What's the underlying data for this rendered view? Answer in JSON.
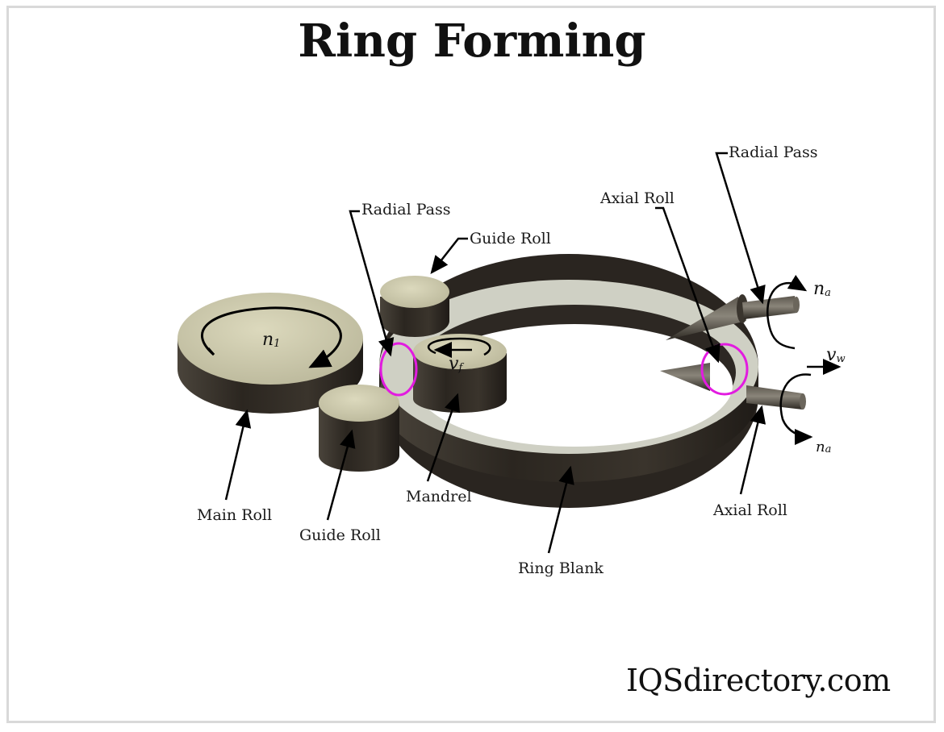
{
  "title": "Ring Forming",
  "brand": "IQSdirectory.com",
  "colors": {
    "top_face": "#c9c6a8",
    "side_dark": "#2e2923",
    "ring_face": "#cfd0c4",
    "highlight": "#e21be0",
    "leader": "#000000",
    "frame": "#d9d9d9"
  },
  "labels": {
    "radial_pass_left": "Radial Pass",
    "guide_roll_top": "Guide Roll",
    "axial_roll_top": "Axial Roll",
    "radial_pass_right": "Radial Pass",
    "main_roll": "Main Roll",
    "guide_roll_bottom": "Guide Roll",
    "mandrel": "Mandrel",
    "ring_blank": "Ring Blank",
    "axial_roll_bottom": "Axial Roll"
  },
  "symbols": {
    "main_roll_speed": {
      "base": "n",
      "sub": "1"
    },
    "mandrel_feed": {
      "base": "v",
      "sub": "f"
    },
    "axial_speed_top": {
      "base": "n",
      "sub": "a"
    },
    "axial_speed_bottom": {
      "base": "n",
      "sub": "a"
    },
    "axial_feed": {
      "base": "v",
      "sub": "w"
    }
  }
}
